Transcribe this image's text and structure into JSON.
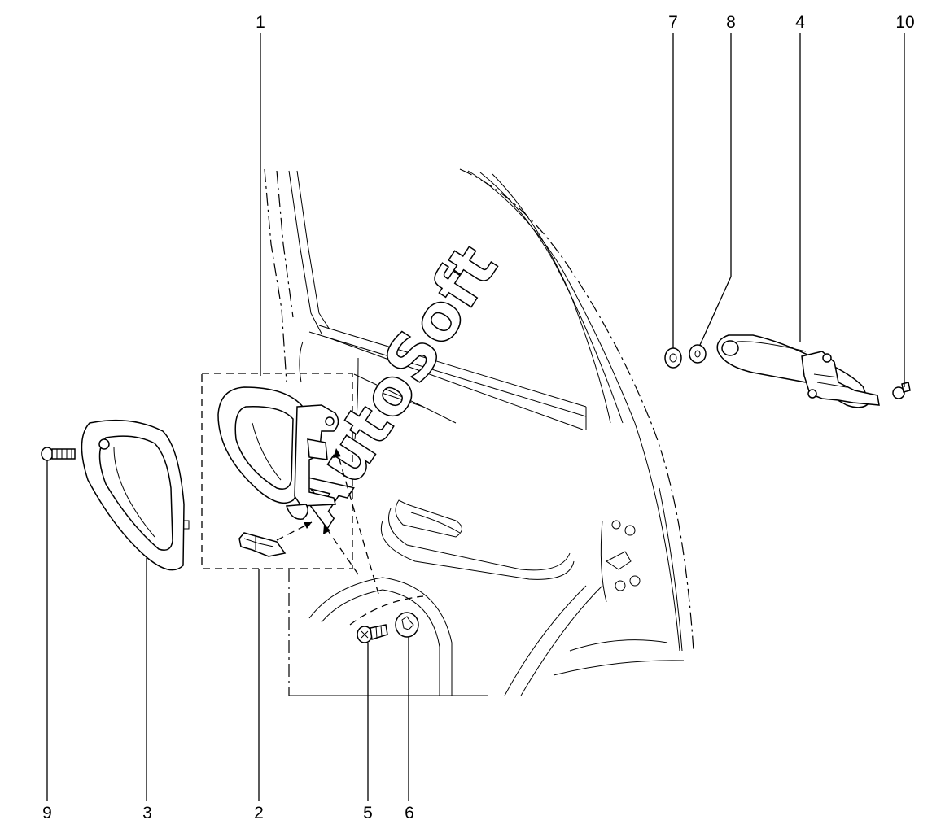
{
  "callouts": [
    {
      "id": "1",
      "label": "1"
    },
    {
      "id": "2",
      "label": "2"
    },
    {
      "id": "3",
      "label": "3"
    },
    {
      "id": "4",
      "label": "4"
    },
    {
      "id": "5",
      "label": "5"
    },
    {
      "id": "6",
      "label": "6"
    },
    {
      "id": "7",
      "label": "7"
    },
    {
      "id": "8",
      "label": "8"
    },
    {
      "id": "9",
      "label": "9"
    },
    {
      "id": "10",
      "label": "10"
    }
  ],
  "watermark": "AutoSoft"
}
